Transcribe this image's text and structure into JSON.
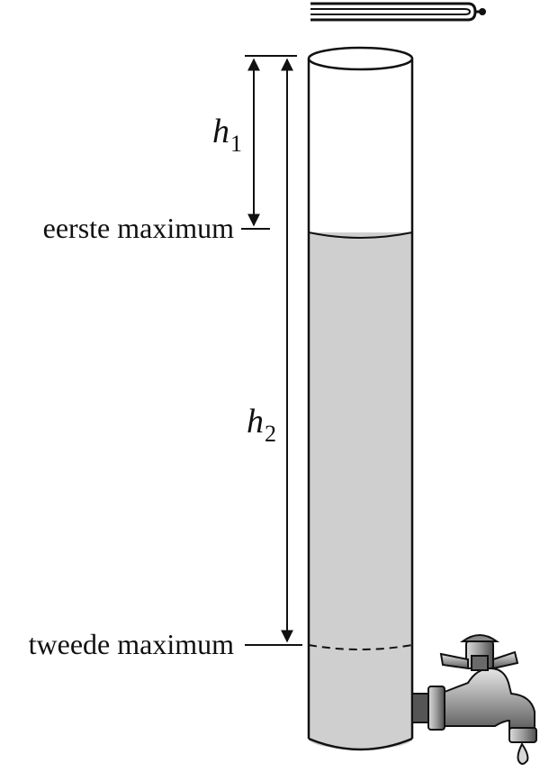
{
  "labels": {
    "h1_symbol": "h",
    "h1_sub": "1",
    "h2_symbol": "h",
    "h2_sub": "2",
    "first_maximum": "eerste maximum",
    "second_maximum": "tweede maximum"
  },
  "icons": {
    "tuning_fork": "tuning-fork-icon",
    "tap": "water-tap-icon"
  },
  "colors": {
    "water": "#cfcfcf",
    "stroke": "#111111",
    "tap_body": "#9a9a9a",
    "tap_dark": "#555555"
  }
}
